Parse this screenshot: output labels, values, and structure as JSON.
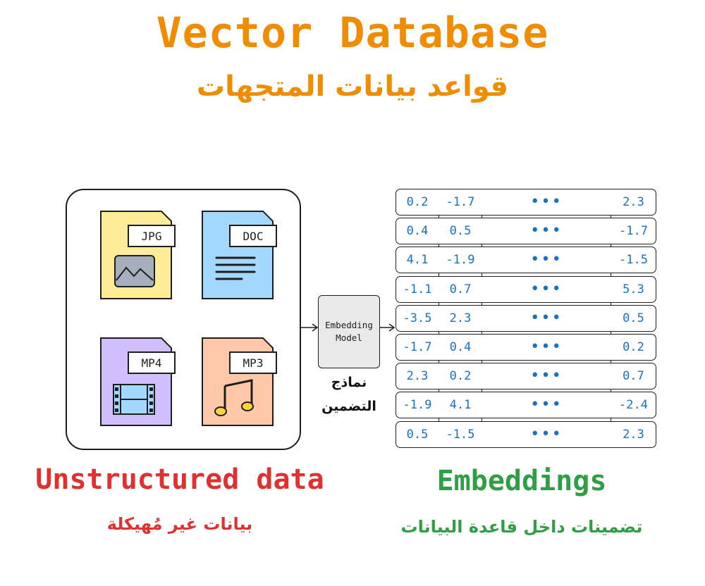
{
  "title": {
    "en": "Vector Database",
    "ar": "قواعد بيانات المتجهات",
    "color": "#f08c00"
  },
  "files": [
    {
      "tag": "JPG",
      "icon": "image-icon",
      "fill": "#ffec99"
    },
    {
      "tag": "DOC",
      "icon": "text-lines-icon",
      "fill": "#a5d8ff"
    },
    {
      "tag": "MP4",
      "icon": "film-icon",
      "fill": "#d0bfff"
    },
    {
      "tag": "MP3",
      "icon": "music-note-icon",
      "fill": "#ffc9a9"
    }
  ],
  "model": {
    "line1": "Embedding",
    "line2": "Model",
    "ar_line1": "نماذج",
    "ar_line2": "التضمين"
  },
  "embeddings_table": {
    "ellipsis": "•••",
    "rows": [
      [
        "0.2",
        "-1.7",
        "2.3"
      ],
      [
        "0.4",
        "0.5",
        "-1.7"
      ],
      [
        "4.1",
        "-1.9",
        "-1.5"
      ],
      [
        "-1.1",
        "0.7",
        "5.3"
      ],
      [
        "-3.5",
        "2.3",
        "0.5"
      ],
      [
        "-1.7",
        "0.4",
        "0.2"
      ],
      [
        "2.3",
        "0.2",
        "0.7"
      ],
      [
        "-1.9",
        "4.1",
        "-2.4"
      ],
      [
        "0.5",
        "-1.5",
        "2.3"
      ]
    ],
    "value_color": "#1971c2"
  },
  "labels": {
    "unstructured_en": "Unstructured data",
    "unstructured_ar": "بيانات غير مُهيكلة",
    "unstructured_color": "#e03131",
    "embeddings_en": "Embeddings",
    "embeddings_ar": "تضمينات داخل قاعدة البيانات",
    "embeddings_color": "#2f9e44"
  }
}
